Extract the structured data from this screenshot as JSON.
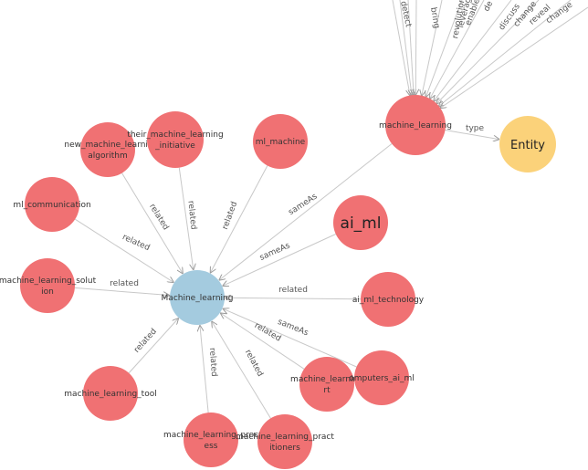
{
  "colors": {
    "node_default": "#f07173",
    "node_center": "#a4cbdf",
    "node_entity": "#fbd27a",
    "edge": "#c8c8c8",
    "arrow": "#9a9a9a",
    "label": "#555555"
  },
  "nodes": [
    {
      "id": "machine_learning_hub",
      "label": [
        "machine_learning"
      ],
      "type": "default"
    },
    {
      "id": "entity",
      "label": [
        "Entity"
      ],
      "type": "entity"
    },
    {
      "id": "Machine_learning",
      "label": [
        "Machine_learning"
      ],
      "type": "center"
    },
    {
      "id": "new_machine_learning_algorithm",
      "label": [
        "new_machine_learnir",
        "algorithm"
      ],
      "type": "default"
    },
    {
      "id": "their_machine_learning_initiative",
      "label": [
        "their_machine_learning",
        "_initiative"
      ],
      "type": "default"
    },
    {
      "id": "ml_machine",
      "label": [
        "ml_machine"
      ],
      "type": "default"
    },
    {
      "id": "ml_communication",
      "label": [
        "ml_communication"
      ],
      "type": "default"
    },
    {
      "id": "ai_ml",
      "label": [
        "ai_ml"
      ],
      "type": "default"
    },
    {
      "id": "machine_learning_solution",
      "label": [
        "machine_learning_solut",
        "ion"
      ],
      "type": "default"
    },
    {
      "id": "ai_ml_technology",
      "label": [
        "ai_ml_technology"
      ],
      "type": "default"
    },
    {
      "id": "machine_learning_tool",
      "label": [
        "machine_learning_tool"
      ],
      "type": "default"
    },
    {
      "id": "machine_learning_part",
      "label": [
        "machine_learning",
        "rt"
      ],
      "type": "default"
    },
    {
      "id": "computers_ai_ml",
      "label": [
        "omputers_ai_ml"
      ],
      "type": "default"
    },
    {
      "id": "machine_learning_process",
      "label": [
        "machine_learning_proc",
        "ess"
      ],
      "type": "default"
    },
    {
      "id": "machine_learning_practitioners",
      "label": [
        "machine_learning_pract",
        "itioners"
      ],
      "type": "default"
    }
  ],
  "edges": [
    {
      "from": "machine_learning_hub",
      "to": "entity",
      "label": "type"
    },
    {
      "from": "machine_learning_hub",
      "to": "Machine_learning",
      "label": "sameAs"
    },
    {
      "from": "ai_ml",
      "to": "Machine_learning",
      "label": "sameAs"
    },
    {
      "from": "computers_ai_ml",
      "to": "Machine_learning",
      "label": "sameAs"
    },
    {
      "from": "new_machine_learning_algorithm",
      "to": "Machine_learning",
      "label": "related"
    },
    {
      "from": "their_machine_learning_initiative",
      "to": "Machine_learning",
      "label": "related"
    },
    {
      "from": "ml_machine",
      "to": "Machine_learning",
      "label": "related"
    },
    {
      "from": "ml_communication",
      "to": "Machine_learning",
      "label": "related"
    },
    {
      "from": "machine_learning_solution",
      "to": "Machine_learning",
      "label": "related"
    },
    {
      "from": "ai_ml_technology",
      "to": "Machine_learning",
      "label": "related"
    },
    {
      "from": "machine_learning_tool",
      "to": "Machine_learning",
      "label": "related"
    },
    {
      "from": "machine_learning_part",
      "to": "Machine_learning",
      "label": "related"
    },
    {
      "from": "machine_learning_process",
      "to": "Machine_learning",
      "label": "related"
    },
    {
      "from": "machine_learning_practitioners",
      "to": "Machine_learning",
      "label": "related"
    }
  ],
  "incoming_edges_top": [
    {
      "label": "detect"
    },
    {
      "label": "bring"
    },
    {
      "label": "revolutionize"
    },
    {
      "label": "leverage"
    },
    {
      "label": "enable"
    },
    {
      "label": "de"
    },
    {
      "label": "discuss"
    },
    {
      "label": "change"
    },
    {
      "label": "reveal"
    },
    {
      "label": "change"
    }
  ]
}
